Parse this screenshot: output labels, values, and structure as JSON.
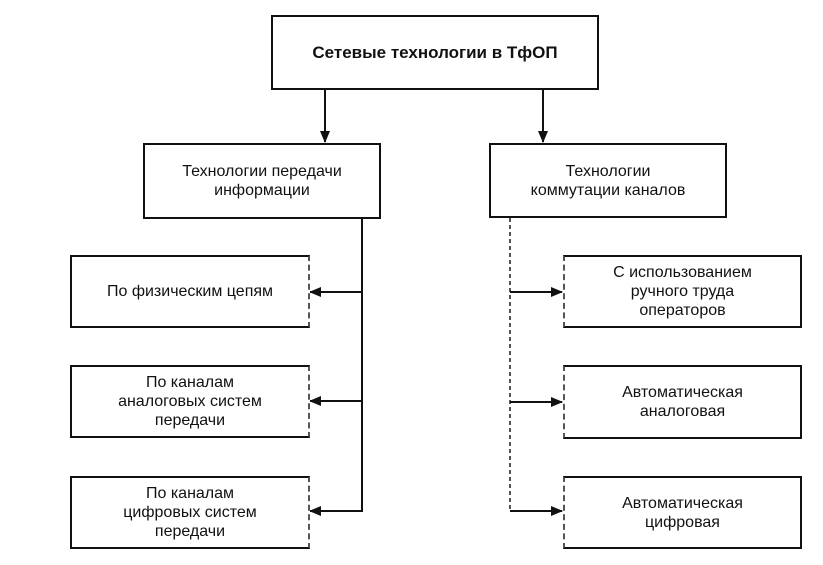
{
  "root": {
    "label": "Сетевые технологии в ТфОП"
  },
  "left": {
    "label": "Технологии передачи\nинформации",
    "items": [
      "По физическим цепям",
      "По каналам\nаналоговых систем\nпередачи",
      "По каналам\nцифровых систем\nпередачи"
    ]
  },
  "right": {
    "label": "Технологии\nкоммутации каналов",
    "items": [
      "С использованием\nручного труда\nоператоров",
      "Автоматическая\nаналоговая",
      "Автоматическая\nцифровая"
    ]
  }
}
